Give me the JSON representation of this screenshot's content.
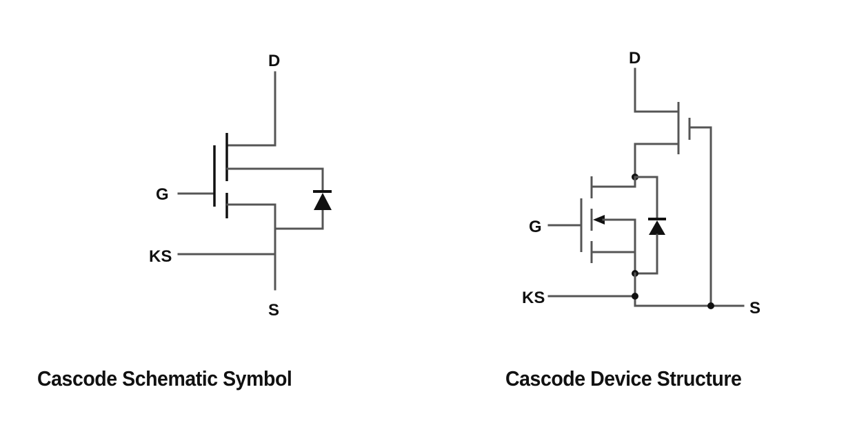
{
  "diagrams": [
    {
      "id": "schematic-symbol",
      "caption": "Cascode Schematic Symbol",
      "pins": {
        "drain": "D",
        "gate": "G",
        "kelvin_source": "KS",
        "source": "S"
      },
      "components": [
        "mosfet",
        "body-diode"
      ]
    },
    {
      "id": "device-structure",
      "caption": "Cascode Device Structure",
      "pins": {
        "drain": "D",
        "gate": "G",
        "kelvin_source": "KS",
        "source": "S"
      },
      "components": [
        "depletion-mode-hemt",
        "low-voltage-mosfet",
        "body-diode"
      ]
    }
  ],
  "colors": {
    "wire": "#555555",
    "plate": "#111111",
    "text": "#111111",
    "background": "#ffffff"
  }
}
